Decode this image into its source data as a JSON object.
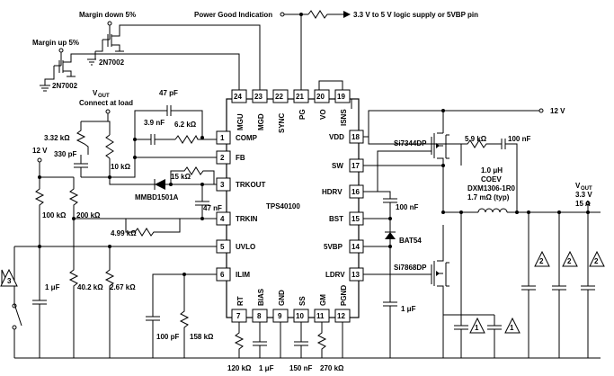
{
  "ic": {
    "name": "TPS40100",
    "pins": [
      {
        "num": "1",
        "name": "COMP"
      },
      {
        "num": "2",
        "name": "FB"
      },
      {
        "num": "3",
        "name": "TRKOUT"
      },
      {
        "num": "4",
        "name": "TRKIN"
      },
      {
        "num": "5",
        "name": "UVLO"
      },
      {
        "num": "6",
        "name": "ILIM"
      },
      {
        "num": "7",
        "name": "RT"
      },
      {
        "num": "8",
        "name": "BIAS"
      },
      {
        "num": "9",
        "name": "GND"
      },
      {
        "num": "10",
        "name": "SS"
      },
      {
        "num": "11",
        "name": "GM"
      },
      {
        "num": "12",
        "name": "PGND"
      },
      {
        "num": "13",
        "name": "LDRV"
      },
      {
        "num": "14",
        "name": "5VBP"
      },
      {
        "num": "15",
        "name": "BST"
      },
      {
        "num": "16",
        "name": "HDRV"
      },
      {
        "num": "17",
        "name": "SW"
      },
      {
        "num": "18",
        "name": "VDD"
      },
      {
        "num": "19",
        "name": "ISNS"
      },
      {
        "num": "20",
        "name": "VO"
      },
      {
        "num": "21",
        "name": "PG"
      },
      {
        "num": "22",
        "name": "SYNC"
      },
      {
        "num": "23",
        "name": "MGD"
      },
      {
        "num": "24",
        "name": "MGU"
      }
    ]
  },
  "labels": {
    "margin_down": "Margin down  5%",
    "margin_up": "Margin up 5%",
    "fet1": "2N7002",
    "fet2": "2N7002",
    "power_good": "Power Good  Indication",
    "logic_supply": "3.3 V to 5 V logic supply or 5VBP pin",
    "vout_load_1": "V",
    "vout_load_sub": "OUT",
    "vout_load_2": "Connect at load",
    "c47p": "47 pF",
    "c3n9": "3.9 nF",
    "r6k2": "6.2 kΩ",
    "r3k32": "3.32 kΩ",
    "c330p": "330 pF",
    "r10k": "10 kΩ",
    "v12_left": "12 V",
    "r15k": "15 kΩ",
    "diode_trk": "MMBD1501A",
    "c47n": "47 nF",
    "r100k": "100 kΩ",
    "r200k": "200 kΩ",
    "r4k99": "4.99 kΩ",
    "c1u_left": "1 μF",
    "r40k2": "40.2 kΩ",
    "r2k67": "2.67 kΩ",
    "c100p": "100 pF",
    "r158k": "158 kΩ",
    "r120k": "120 kΩ",
    "c1u_bias": "1 μF",
    "c150n": "150 nF",
    "r270k": "270 kΩ",
    "v12_right": "12 V",
    "hi_fet": "Si7344DP",
    "lo_fet": "Si7868DP",
    "r5k9": "5.9 kΩ",
    "c100n_top": "100 nF",
    "ind_1": "1.0 μH",
    "ind_2": "COEV",
    "ind_3": "DXM1306-1R0",
    "ind_4": "1.7 mΩ (typ)",
    "c100n_bst": "100 nF",
    "diode_bst": "BAT54",
    "c1u_right": "1 μF",
    "vout_right_1": "V",
    "vout_right_sub": "OUT",
    "vout_right_2": "3.3 V",
    "vout_right_3": "15 A",
    "note1": "1",
    "note2": "2",
    "note3": "3"
  }
}
